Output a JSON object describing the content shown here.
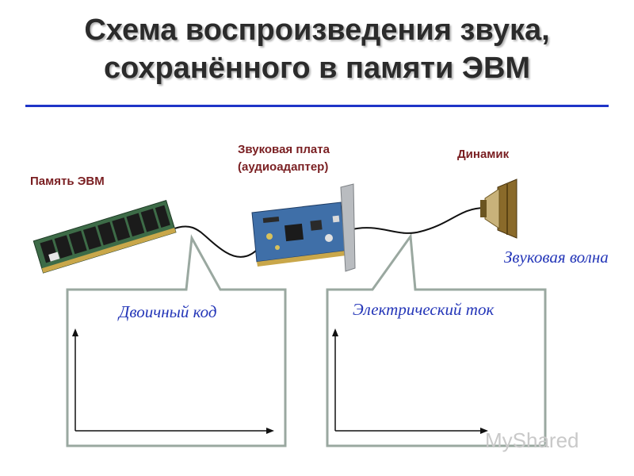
{
  "title": {
    "line1": "Схема воспроизведения звука,",
    "line2": "сохранённого в памяти ЭВМ"
  },
  "labels": {
    "memory": "Память ЭВМ",
    "sound_card_line1": "Звуковая плата",
    "sound_card_line2": "(аудиоадаптер)",
    "speaker": "Динамик",
    "sound_wave": "Звуковая волна",
    "binary_code": "Двоичный код",
    "electric_current": "Электрический ток"
  },
  "watermark": "MyShared",
  "colors": {
    "title_rule": "#1f35c8",
    "device_label": "#7a1f22",
    "callout_label": "#2436b8"
  }
}
